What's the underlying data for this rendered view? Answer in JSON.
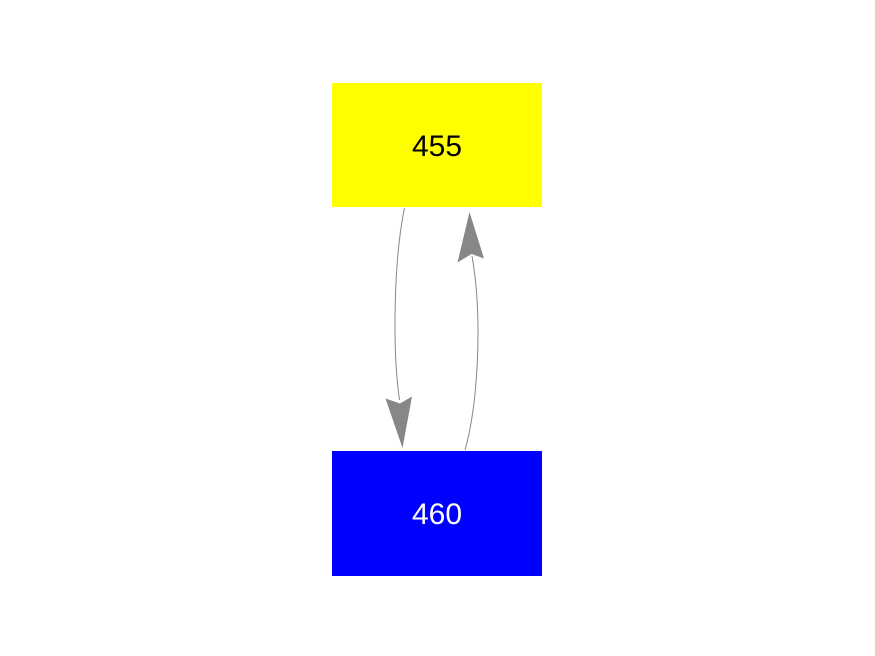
{
  "diagram": {
    "type": "directed-graph",
    "background_color": "#ffffff",
    "nodes": [
      {
        "id": "455",
        "label": "455",
        "fill": "#ffff00",
        "text_color": "#000000"
      },
      {
        "id": "460",
        "label": "460",
        "fill": "#0000ff",
        "text_color": "#ffffff"
      }
    ],
    "edges": [
      {
        "from": "455",
        "to": "460",
        "direction": "down",
        "color": "#878787"
      },
      {
        "from": "460",
        "to": "455",
        "direction": "up",
        "color": "#878787"
      }
    ]
  }
}
